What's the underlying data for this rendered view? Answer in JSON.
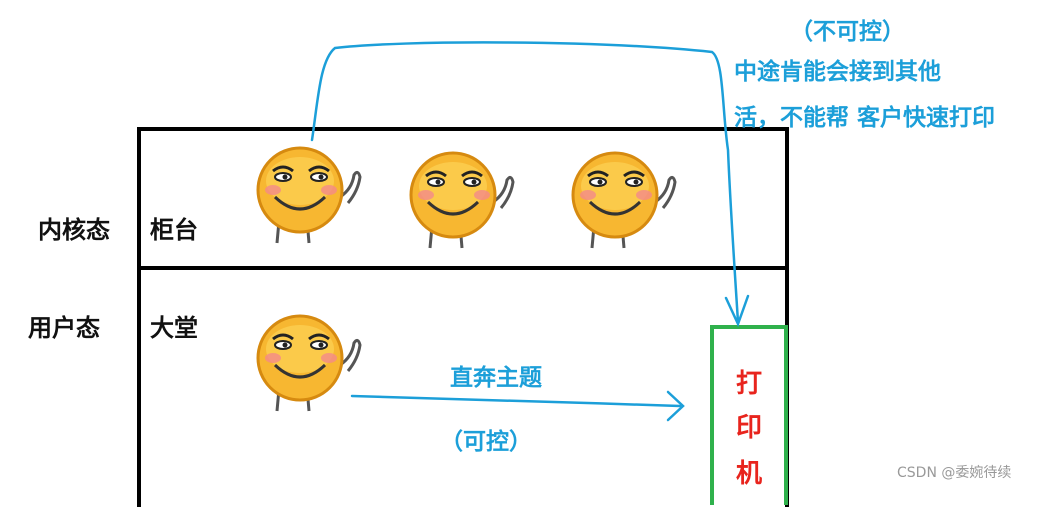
{
  "labels": {
    "kernel_mode": "内核态",
    "user_mode": "用户态",
    "counter": "柜台",
    "lobby": "大堂"
  },
  "annotations": {
    "uncontrollable": "（不可控）",
    "midway_line1": "中途肯能会接到其他",
    "midway_line2": "活，不能帮 客户快速打印",
    "direct": "直奔主题",
    "controllable": "（可控）"
  },
  "printer": {
    "chars": [
      "打",
      "印",
      "机"
    ]
  },
  "watermark": "CSDN @委婉待续",
  "colors": {
    "arrow": "#1c9fd9",
    "printer_border": "#2fb14c",
    "printer_text": "#e8241d",
    "frame": "#000000"
  }
}
